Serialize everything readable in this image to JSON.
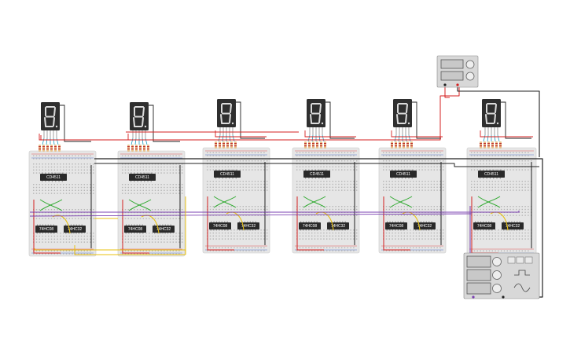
{
  "canvas": {
    "background": "#ffffff"
  },
  "colors": {
    "breadboard": "#e6e6e6",
    "breadboard_edge": "#c9c9c9",
    "hole": "#b5b5b5",
    "rail_red": "#e05555",
    "rail_blue": "#5577cc",
    "chip": "#2a2a2a",
    "display_body": "#2f2f2f",
    "segment": "#dcdcdc",
    "wire_red": "#d42020",
    "wire_black": "#222222",
    "wire_yellow": "#e8c010",
    "wire_green": "#33aa33",
    "wire_purple": "#7a3fb0",
    "wire_cyan": "#1fa0c0",
    "resistor_body": "#e8c08a",
    "resistor_band": "#c03030",
    "instrument_panel": "#d8d8d8",
    "instrument_screen": "#c8c8c8"
  },
  "modules": [
    {
      "id": "m1",
      "chip_top": "CD4511",
      "chip_a": "74HC08",
      "chip_b": "74HC32"
    },
    {
      "id": "m2",
      "chip_top": "CD4511",
      "chip_a": "74HC08",
      "chip_b": "74HC32"
    },
    {
      "id": "m3",
      "chip_top": "CD4511",
      "chip_a": "74HC08",
      "chip_b": "74HC32"
    },
    {
      "id": "m4",
      "chip_top": "CD4511",
      "chip_a": "74HC08",
      "chip_b": "74HC32"
    },
    {
      "id": "m5",
      "chip_top": "CD4511",
      "chip_a": "74HC08",
      "chip_b": "74HC32"
    },
    {
      "id": "m6",
      "chip_top": "CD4511",
      "chip_a": "74HC08",
      "chip_b": "74HC32"
    }
  ],
  "icons": {
    "power_supply": "power-supply-icon",
    "function_generator": "function-generator-icon",
    "seven_segment": "seven-segment-display-icon"
  }
}
